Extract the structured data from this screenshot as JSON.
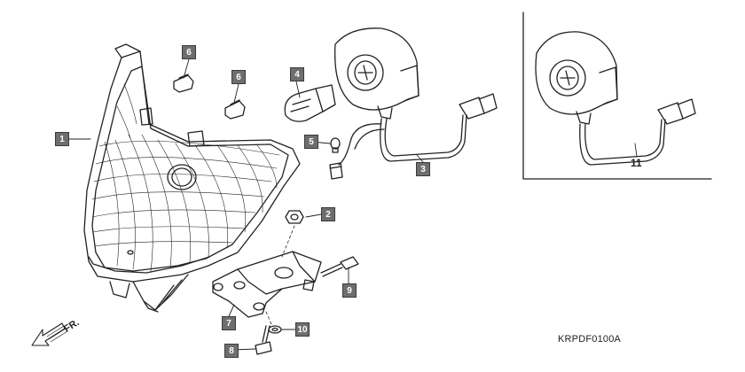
{
  "diagram_code": "KRPDF0100A",
  "front_label": "FR.",
  "colors": {
    "line": "#222222",
    "callout_fill": "#6e6e6e",
    "callout_text": "#ffffff"
  },
  "callouts": {
    "headlight_unit": "1",
    "nut": "2",
    "harness": "3",
    "bulb_main": "4",
    "bulb_position": "5",
    "rubber_cap_1": "6",
    "rubber_cap_2": "6",
    "bracket": "7",
    "bolt_lower": "8",
    "bolt_side": "9",
    "washer": "10",
    "socket_assembly": "11"
  }
}
